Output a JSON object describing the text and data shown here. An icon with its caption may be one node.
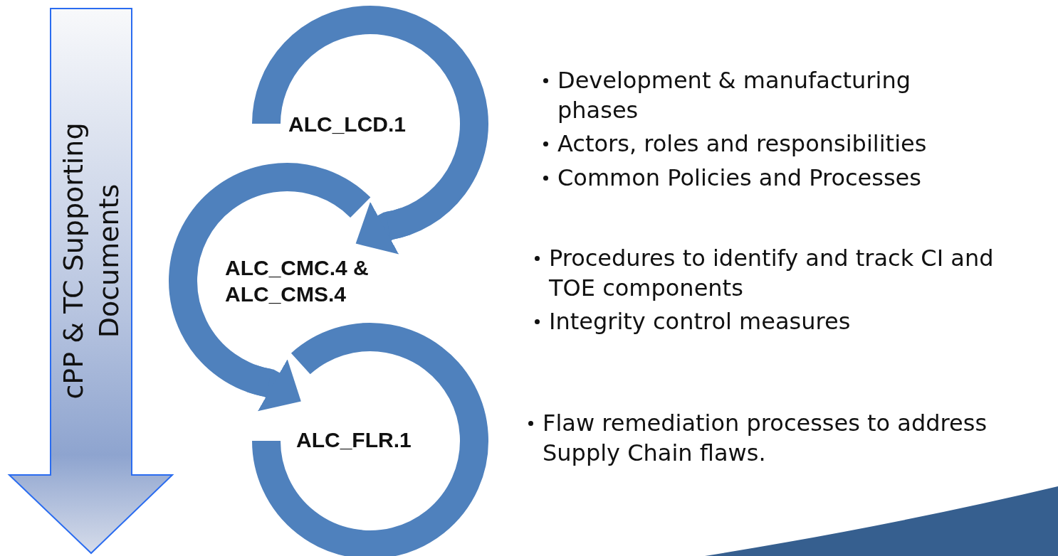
{
  "diagram": {
    "nodes": [
      {
        "text": [
          "cPP & TC Supporting Documents"
        ]
      },
      {
        "text": [
          "ALC_LCD.1"
        ]
      },
      {
        "text": [
          "ALC_CMC.4 & ALC_CMS.4"
        ]
      },
      {
        "text": [
          "ALC_FLR.1"
        ]
      }
    ],
    "edges": [
      {
        "from": 1,
        "to": 2,
        "arrow": "to"
      },
      {
        "from": 2,
        "to": 3,
        "arrow": "to"
      }
    ],
    "labels": [
      "Development & manufacturing phases",
      "Actors, roles and responsibilities",
      "Common Policies and Processes",
      "Procedures to identify and track CI and TOE components",
      "Integrity control measures",
      "Flaw remediation processes to address Supply Chain flaws."
    ]
  }
}
